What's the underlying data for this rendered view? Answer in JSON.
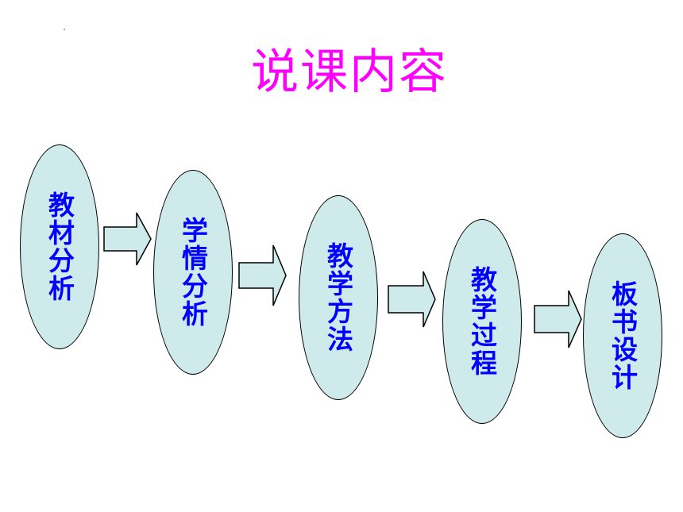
{
  "title": "说课内容",
  "colors": {
    "title": "#ff00ff",
    "node_text": "#0000ff",
    "node_fill": "#cfeaea",
    "arrow_fill": "#cfeaea"
  },
  "steps": [
    {
      "label": "教材分析"
    },
    {
      "label": "学情分析"
    },
    {
      "label": "教学方法"
    },
    {
      "label": "教学过程"
    },
    {
      "label": "板书设计"
    }
  ]
}
